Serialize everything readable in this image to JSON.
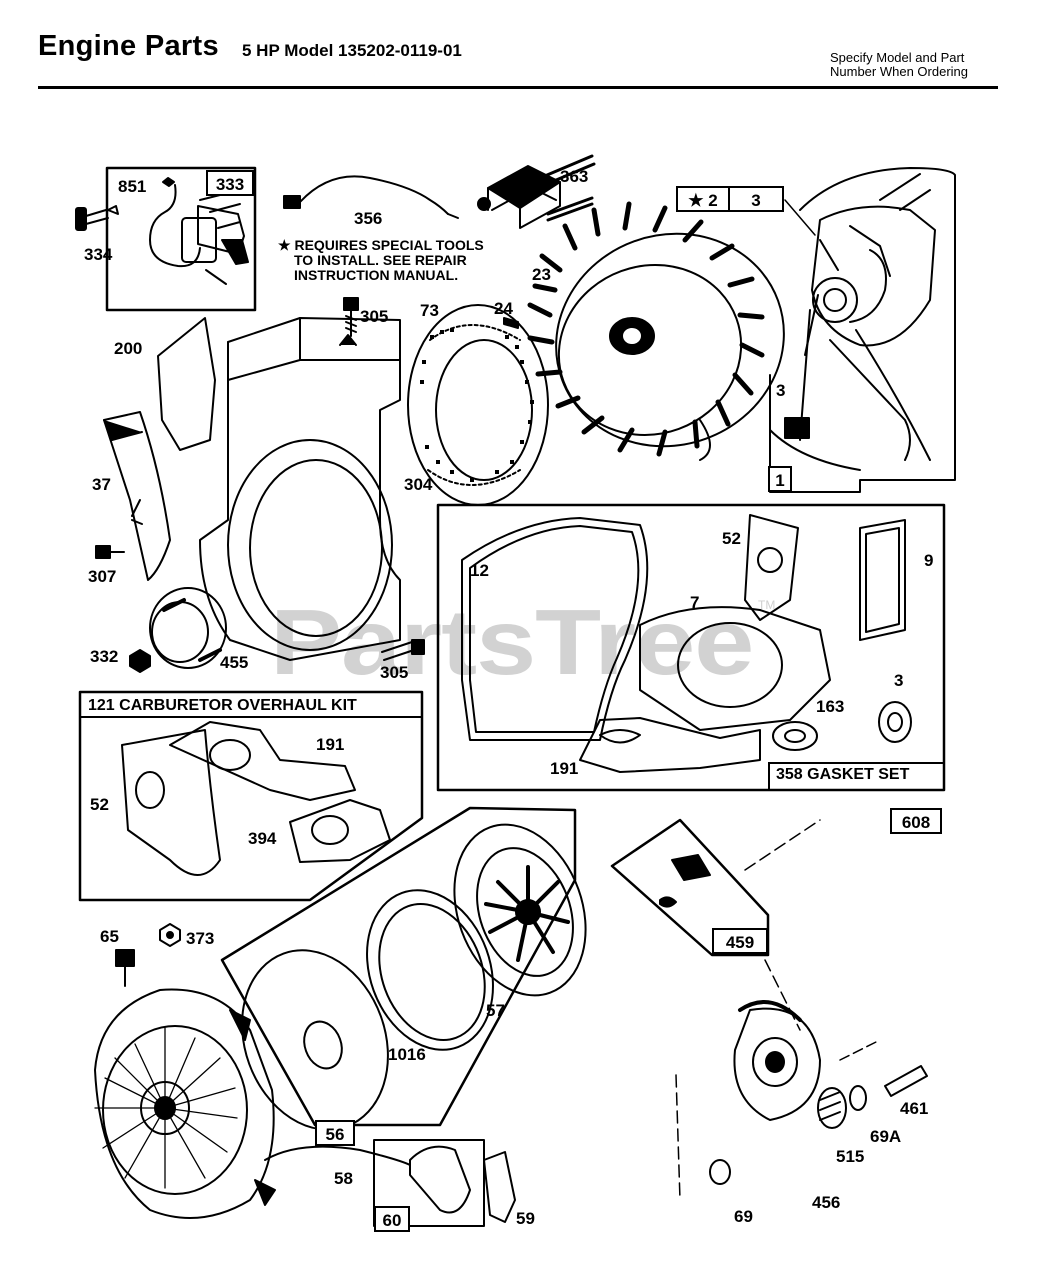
{
  "header": {
    "title": "Engine Parts",
    "model": "5 HP Model 135202-0119-01",
    "note_line1": "Specify Model and Part",
    "note_line2": "Number When Ordering"
  },
  "watermark": {
    "text": "PartsTree",
    "tm": "TM"
  },
  "special_tools_note": {
    "star": "★",
    "line1": "REQUIRES SPECIAL TOOLS",
    "line2": "TO INSTALL.  SEE REPAIR",
    "line3": "INSTRUCTION MANUAL."
  },
  "kits": {
    "carburetor": "121 CARBURETOR OVERHAUL KIT",
    "gasket": "358 GASKET SET"
  },
  "boxed_labels": {
    "b333": "333",
    "b2": "★ 2",
    "b3": "3",
    "b1": "1",
    "b608": "608",
    "b459": "459",
    "b56": "56",
    "b60": "60"
  },
  "labels": {
    "l851": "851",
    "l334": "334",
    "l356": "356",
    "l363": "363",
    "l23": "23",
    "l305a": "305",
    "l73": "73",
    "l24": "24",
    "l200": "200",
    "l37": "37",
    "l304": "304",
    "l307": "307",
    "l332": "332",
    "l455": "455",
    "l305b": "305",
    "l3a": "3",
    "l12": "12",
    "l52a": "52",
    "l9": "9",
    "l7": "7",
    "l3b": "3",
    "l163": "163",
    "l191a": "191",
    "l191b": "191",
    "l52b": "52",
    "l394": "394",
    "l65": "65",
    "l373": "373",
    "l57": "57",
    "l1016": "1016",
    "l58": "58",
    "l59": "59",
    "l461": "461",
    "l69A": "69A",
    "l515": "515",
    "l69": "69",
    "l456": "456"
  }
}
